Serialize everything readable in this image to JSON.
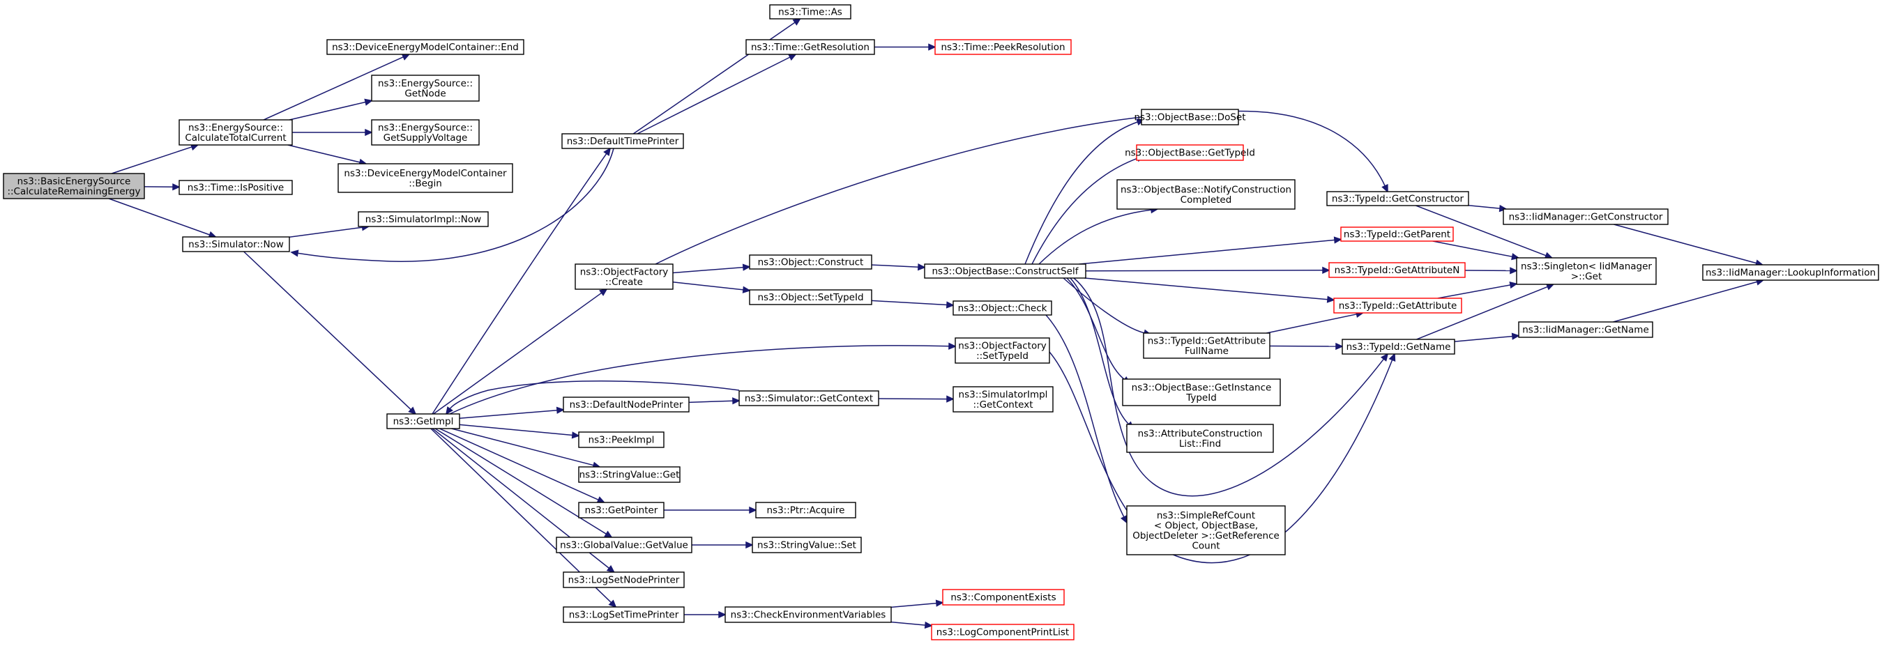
{
  "nodes": [
    {
      "id": "root",
      "lines": [
        "ns3::BasicEnergySource",
        "::CalculateRemainingEnergy"
      ],
      "style": "root"
    },
    {
      "id": "calcTotalCurrent",
      "lines": [
        "ns3::EnergySource::",
        "CalculateTotalCurrent"
      ]
    },
    {
      "id": "isPositive",
      "lines": [
        "ns3::Time::IsPositive"
      ]
    },
    {
      "id": "simNow",
      "lines": [
        "ns3::Simulator::Now"
      ]
    },
    {
      "id": "demcEnd",
      "lines": [
        "ns3::DeviceEnergyModelContainer::End"
      ]
    },
    {
      "id": "esGetNode",
      "lines": [
        "ns3::EnergySource::",
        "GetNode"
      ]
    },
    {
      "id": "esGetSupply",
      "lines": [
        "ns3::EnergySource::",
        "GetSupplyVoltage"
      ]
    },
    {
      "id": "demcBegin",
      "lines": [
        "ns3::DeviceEnergyModelContainer",
        "::Begin"
      ]
    },
    {
      "id": "simImplNow",
      "lines": [
        "ns3::SimulatorImpl::Now"
      ]
    },
    {
      "id": "getImpl",
      "lines": [
        "ns3::GetImpl"
      ]
    },
    {
      "id": "timeAs",
      "lines": [
        "ns3::Time::As"
      ]
    },
    {
      "id": "timeGetRes",
      "lines": [
        "ns3::Time::GetResolution"
      ]
    },
    {
      "id": "timePeekRes",
      "lines": [
        "ns3::Time::PeekResolution"
      ],
      "style": "red"
    },
    {
      "id": "defTimePrinter",
      "lines": [
        "ns3::DefaultTimePrinter"
      ]
    },
    {
      "id": "objFactCreate",
      "lines": [
        "ns3::ObjectFactory",
        "::Create"
      ]
    },
    {
      "id": "objConstruct",
      "lines": [
        "ns3::Object::Construct"
      ]
    },
    {
      "id": "objSetTypeId",
      "lines": [
        "ns3::Object::SetTypeId"
      ]
    },
    {
      "id": "objCheck",
      "lines": [
        "ns3::Object::Check"
      ]
    },
    {
      "id": "objFactSetTypeId",
      "lines": [
        "ns3::ObjectFactory",
        "::SetTypeId"
      ]
    },
    {
      "id": "defNodePrinter",
      "lines": [
        "ns3::DefaultNodePrinter"
      ]
    },
    {
      "id": "simGetContext",
      "lines": [
        "ns3::Simulator::GetContext"
      ]
    },
    {
      "id": "simImplGetContext",
      "lines": [
        "ns3::SimulatorImpl",
        "::GetContext"
      ]
    },
    {
      "id": "peekImpl",
      "lines": [
        "ns3::PeekImpl"
      ]
    },
    {
      "id": "stringValueGet",
      "lines": [
        "ns3::StringValue::Get"
      ]
    },
    {
      "id": "getPointer",
      "lines": [
        "ns3::GetPointer"
      ]
    },
    {
      "id": "ptrAcquire",
      "lines": [
        "ns3::Ptr::Acquire"
      ]
    },
    {
      "id": "gvGetValue",
      "lines": [
        "ns3::GlobalValue::GetValue"
      ]
    },
    {
      "id": "stringValueSet",
      "lines": [
        "ns3::StringValue::Set"
      ]
    },
    {
      "id": "logSetNodePrinter",
      "lines": [
        "ns3::LogSetNodePrinter"
      ]
    },
    {
      "id": "logSetTimePrinter",
      "lines": [
        "ns3::LogSetTimePrinter"
      ]
    },
    {
      "id": "checkEnvVars",
      "lines": [
        "ns3::CheckEnvironmentVariables"
      ]
    },
    {
      "id": "componentExists",
      "lines": [
        "ns3::ComponentExists"
      ],
      "style": "red"
    },
    {
      "id": "logCompPrintList",
      "lines": [
        "ns3::LogComponentPrintList"
      ],
      "style": "red"
    },
    {
      "id": "obDoSet",
      "lines": [
        "ns3::ObjectBase::DoSet"
      ]
    },
    {
      "id": "obGetTypeId",
      "lines": [
        "ns3::ObjectBase::GetTypeId"
      ],
      "style": "red"
    },
    {
      "id": "obNotify",
      "lines": [
        "ns3::ObjectBase::NotifyConstruction",
        "Completed"
      ]
    },
    {
      "id": "obConstructSelf",
      "lines": [
        "ns3::ObjectBase::ConstructSelf"
      ]
    },
    {
      "id": "tidGetAttrFullName",
      "lines": [
        "ns3::TypeId::GetAttribute",
        "FullName"
      ]
    },
    {
      "id": "obGetInstanceTypeId",
      "lines": [
        "ns3::ObjectBase::GetInstance",
        "TypeId"
      ]
    },
    {
      "id": "attrConstrListFind",
      "lines": [
        "ns3::AttributeConstruction",
        "List::Find"
      ]
    },
    {
      "id": "simpleRefCount",
      "lines": [
        "ns3::SimpleRefCount",
        "< Object, ObjectBase,",
        "ObjectDeleter >::GetReference",
        "Count"
      ]
    },
    {
      "id": "tidGetConstructor",
      "lines": [
        "ns3::TypeId::GetConstructor"
      ]
    },
    {
      "id": "tidGetParent",
      "lines": [
        "ns3::TypeId::GetParent"
      ],
      "style": "red"
    },
    {
      "id": "tidGetAttributeN",
      "lines": [
        "ns3::TypeId::GetAttributeN"
      ],
      "style": "red"
    },
    {
      "id": "tidGetAttribute",
      "lines": [
        "ns3::TypeId::GetAttribute"
      ],
      "style": "red"
    },
    {
      "id": "tidGetName",
      "lines": [
        "ns3::TypeId::GetName"
      ]
    },
    {
      "id": "iidGetConstructor",
      "lines": [
        "ns3::IidManager::GetConstructor"
      ]
    },
    {
      "id": "singletonGet",
      "lines": [
        "ns3::Singleton< IidManager",
        " >::Get"
      ]
    },
    {
      "id": "iidGetName",
      "lines": [
        "ns3::IidManager::GetName"
      ]
    },
    {
      "id": "iidLookupInfo",
      "lines": [
        "ns3::IidManager::LookupInformation"
      ]
    }
  ],
  "edges": [
    [
      "root",
      "calcTotalCurrent"
    ],
    [
      "root",
      "isPositive"
    ],
    [
      "root",
      "simNow"
    ],
    [
      "calcTotalCurrent",
      "demcEnd"
    ],
    [
      "calcTotalCurrent",
      "esGetNode"
    ],
    [
      "calcTotalCurrent",
      "esGetSupply"
    ],
    [
      "calcTotalCurrent",
      "demcBegin"
    ],
    [
      "simNow",
      "simImplNow"
    ],
    [
      "simNow",
      "getImpl"
    ],
    [
      "getImpl",
      "defTimePrinter"
    ],
    [
      "defTimePrinter",
      "timeAs"
    ],
    [
      "defTimePrinter",
      "timeGetRes"
    ],
    [
      "defTimePrinter",
      "simNow"
    ],
    [
      "timeGetRes",
      "timePeekRes"
    ],
    [
      "getImpl",
      "objFactCreate"
    ],
    [
      "getImpl",
      "objFactSetTypeId"
    ],
    [
      "getImpl",
      "defNodePrinter"
    ],
    [
      "getImpl",
      "peekImpl"
    ],
    [
      "getImpl",
      "stringValueGet"
    ],
    [
      "getImpl",
      "getPointer"
    ],
    [
      "getImpl",
      "gvGetValue"
    ],
    [
      "getImpl",
      "logSetNodePrinter"
    ],
    [
      "getImpl",
      "logSetTimePrinter"
    ],
    [
      "simGetContext",
      "getImpl"
    ],
    [
      "simGetContext",
      "simImplGetContext"
    ],
    [
      "defNodePrinter",
      "simGetContext"
    ],
    [
      "getPointer",
      "ptrAcquire"
    ],
    [
      "gvGetValue",
      "stringValueSet"
    ],
    [
      "logSetTimePrinter",
      "checkEnvVars"
    ],
    [
      "checkEnvVars",
      "componentExists"
    ],
    [
      "checkEnvVars",
      "logCompPrintList"
    ],
    [
      "objFactCreate",
      "objConstruct"
    ],
    [
      "objFactCreate",
      "objSetTypeId"
    ],
    [
      "objFactCreate",
      "tidGetConstructor"
    ],
    [
      "objConstruct",
      "obConstructSelf"
    ],
    [
      "objSetTypeId",
      "objCheck"
    ],
    [
      "objCheck",
      "simpleRefCount"
    ],
    [
      "objFactSetTypeId",
      "tidGetName"
    ],
    [
      "obConstructSelf",
      "obDoSet"
    ],
    [
      "obConstructSelf",
      "obGetTypeId"
    ],
    [
      "obConstructSelf",
      "obNotify"
    ],
    [
      "obConstructSelf",
      "tidGetParent"
    ],
    [
      "obConstructSelf",
      "tidGetAttributeN"
    ],
    [
      "obConstructSelf",
      "tidGetAttribute"
    ],
    [
      "obConstructSelf",
      "tidGetAttrFullName"
    ],
    [
      "obConstructSelf",
      "obGetInstanceTypeId"
    ],
    [
      "obConstructSelf",
      "attrConstrListFind"
    ],
    [
      "obConstructSelf",
      "tidGetName"
    ],
    [
      "tidGetAttrFullName",
      "tidGetAttribute"
    ],
    [
      "tidGetAttrFullName",
      "tidGetName"
    ],
    [
      "tidGetConstructor",
      "iidGetConstructor"
    ],
    [
      "tidGetConstructor",
      "singletonGet"
    ],
    [
      "tidGetParent",
      "singletonGet"
    ],
    [
      "tidGetAttributeN",
      "singletonGet"
    ],
    [
      "tidGetAttribute",
      "singletonGet"
    ],
    [
      "tidGetName",
      "singletonGet"
    ],
    [
      "tidGetName",
      "iidGetName"
    ],
    [
      "iidGetConstructor",
      "iidLookupInfo"
    ],
    [
      "iidGetName",
      "iidLookupInfo"
    ]
  ]
}
